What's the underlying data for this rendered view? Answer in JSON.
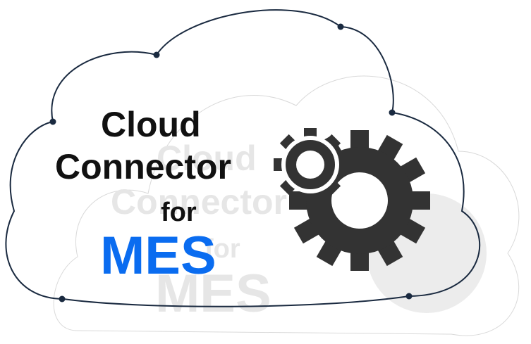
{
  "logo": {
    "line1": "Cloud",
    "line2": "Connector",
    "line3": "for",
    "line4": "MES"
  },
  "icons": {
    "cloud": "cloud-outline-icon",
    "gears": "gears-icon"
  },
  "colors": {
    "text": "#111111",
    "accent": "#0a6cf0",
    "gear": "#333333",
    "outline": "#1a2a40",
    "shadow": "#e6e6e6"
  }
}
